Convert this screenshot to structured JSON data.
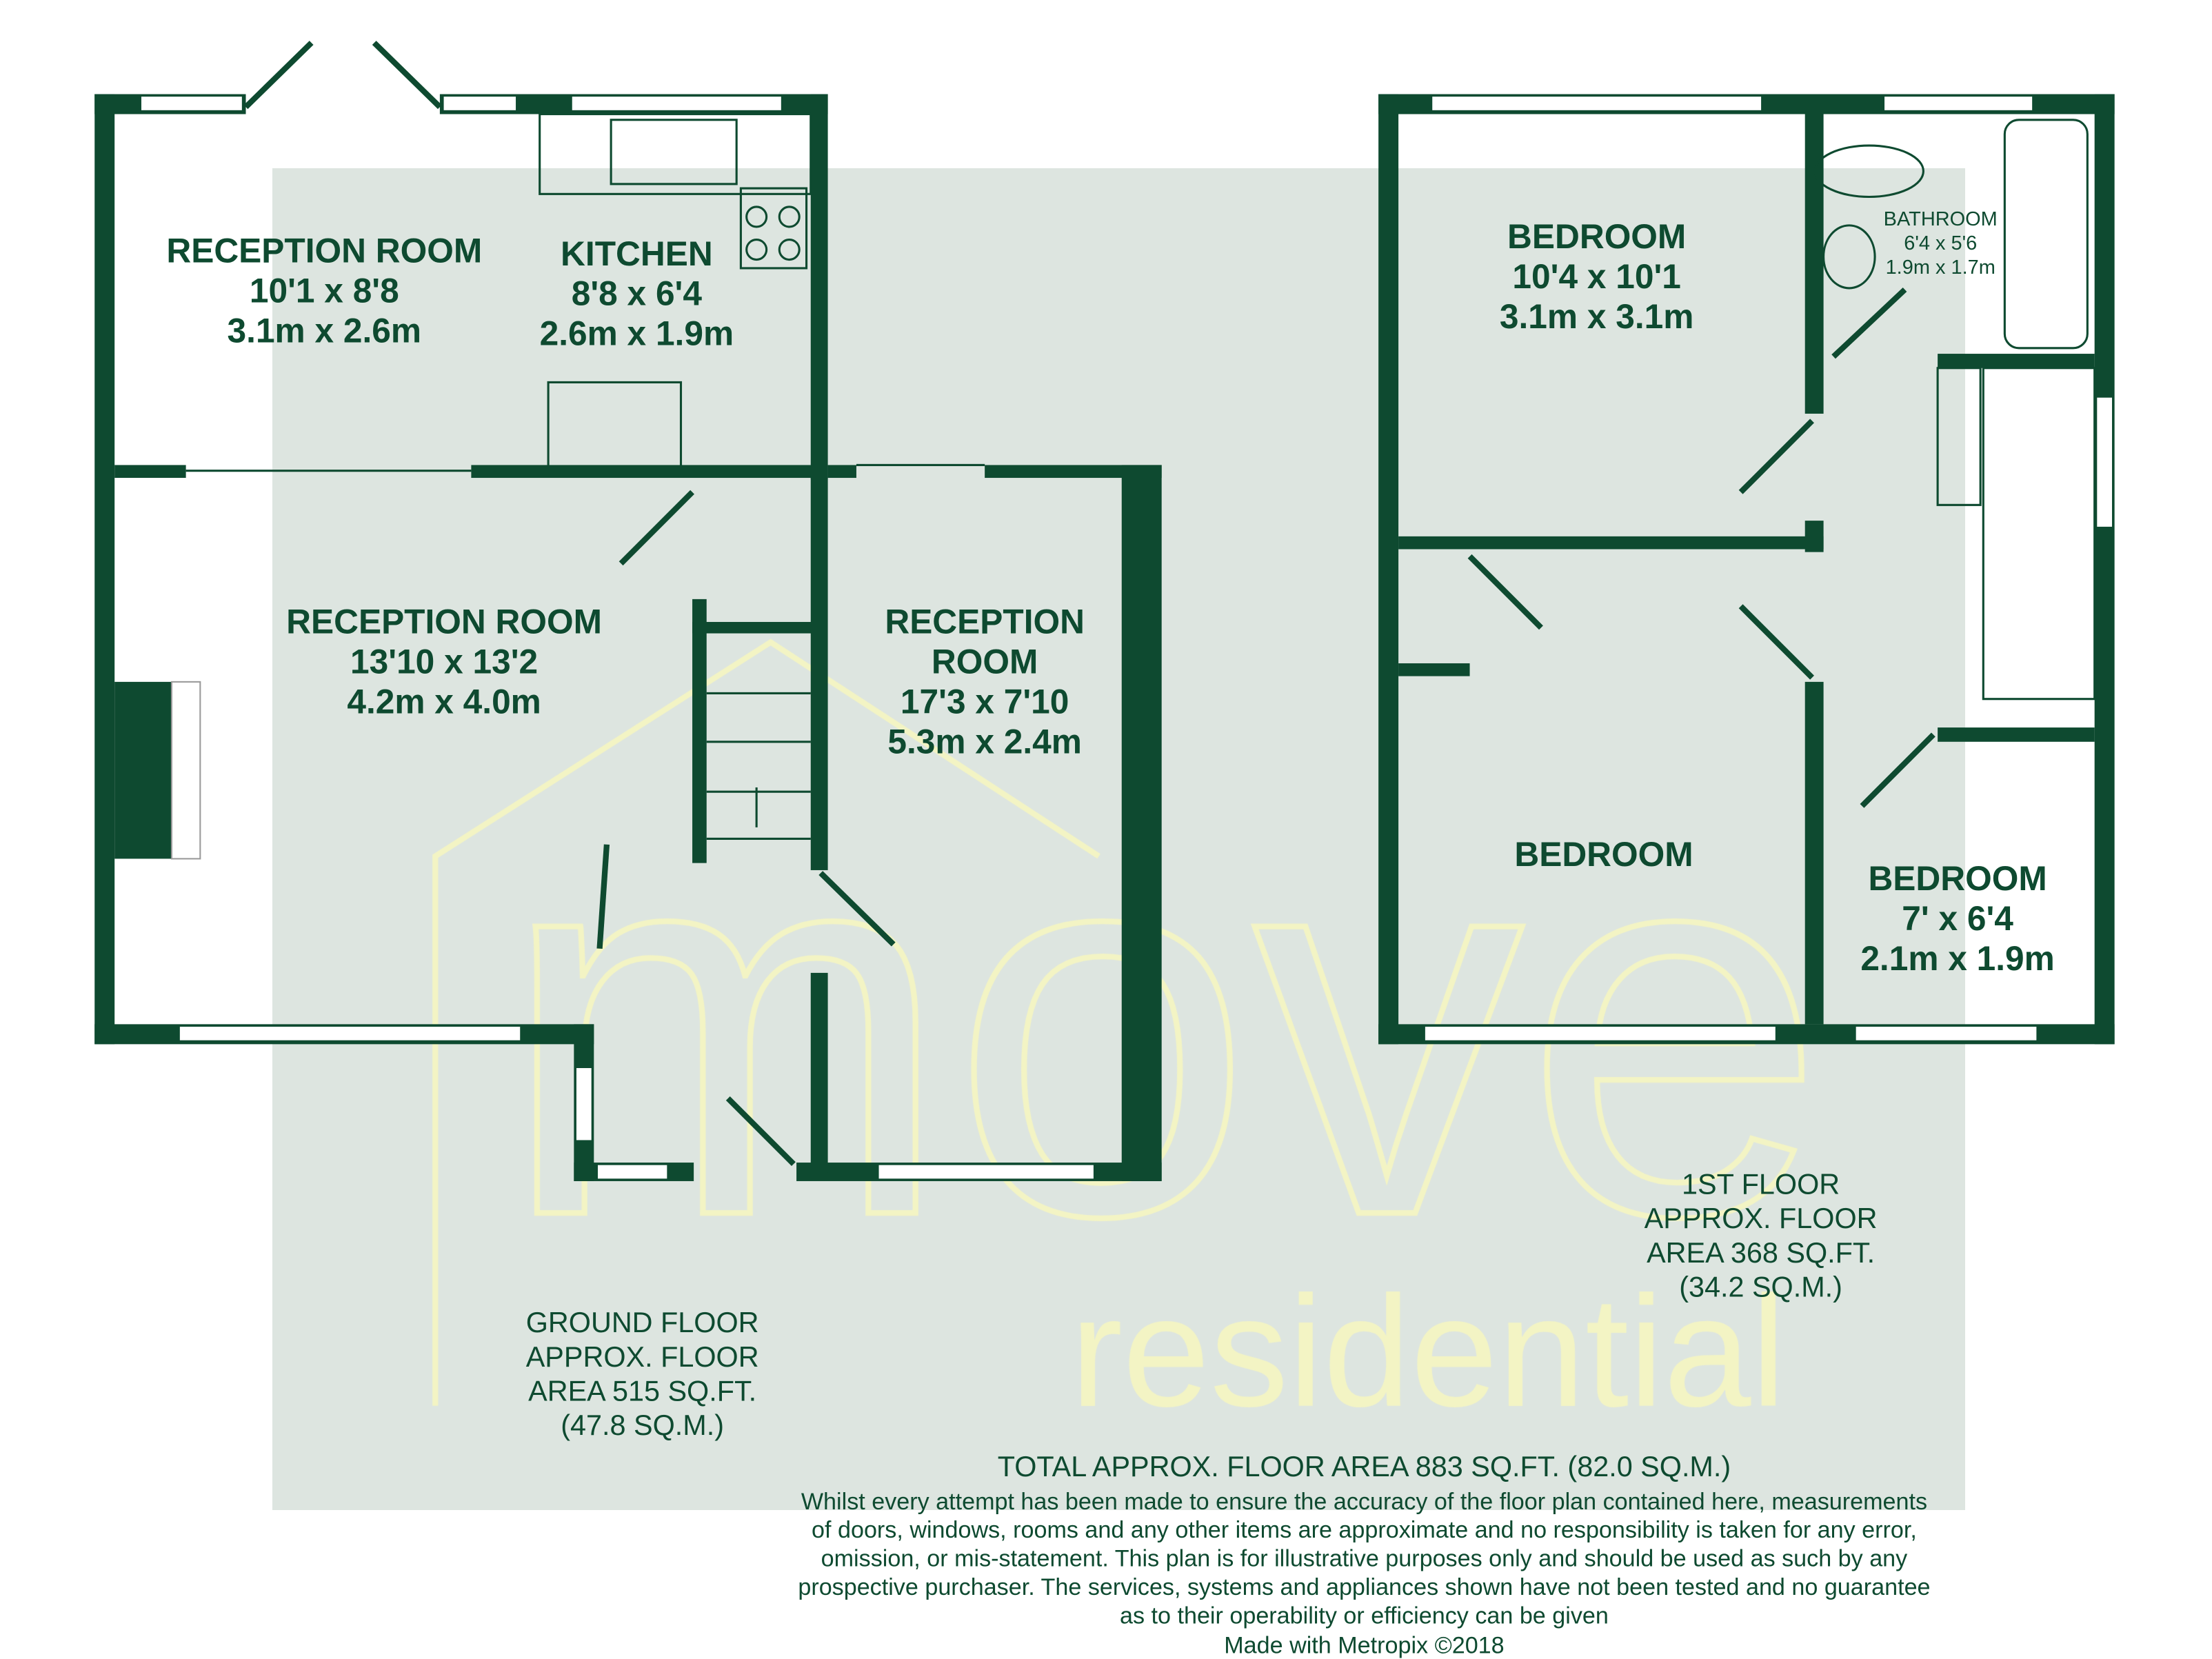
{
  "colors": {
    "wall": "#0e4a30",
    "panel": "#dde5e0",
    "watermark": "#f3f4c4"
  },
  "watermark": {
    "brand": "move",
    "sub": "residential"
  },
  "ground_floor": {
    "rooms": [
      {
        "name": "RECEPTION ROOM",
        "imperial": "10'1 x 8'8",
        "metric": "3.1m x 2.6m"
      },
      {
        "name": "KITCHEN",
        "imperial": "8'8 x 6'4",
        "metric": "2.6m x 1.9m"
      },
      {
        "name": "RECEPTION ROOM",
        "imperial": "13'10 x 13'2",
        "metric": "4.2m x 4.0m"
      },
      {
        "name_line1": "RECEPTION",
        "name_line2": "ROOM",
        "imperial": "17'3 x 7'10",
        "metric": "5.3m x 2.4m"
      }
    ],
    "area": {
      "line1": "GROUND FLOOR",
      "line2": "APPROX. FLOOR",
      "line3": "AREA 515 SQ.FT.",
      "line4": "(47.8 SQ.M.)"
    }
  },
  "first_floor": {
    "rooms": [
      {
        "name": "BEDROOM",
        "imperial": "10'4 x 10'1",
        "metric": "3.1m x 3.1m"
      },
      {
        "name": "BATHROOM",
        "imperial": "6'4 x 5'6",
        "metric": "1.9m x 1.7m"
      },
      {
        "name": "BEDROOM"
      },
      {
        "name": "BEDROOM",
        "imperial": "7' x 6'4",
        "metric": "2.1m x 1.9m"
      }
    ],
    "area": {
      "line1": "1ST FLOOR",
      "line2": "APPROX. FLOOR",
      "line3": "AREA 368 SQ.FT.",
      "line4": "(34.2 SQ.M.)"
    }
  },
  "footer": {
    "total": "TOTAL APPROX. FLOOR AREA 883 SQ.FT. (82.0 SQ.M.)",
    "disclaimer": [
      "Whilst every attempt has been made to ensure the accuracy of the floor plan contained here, measurements",
      "of doors, windows, rooms and any other items are approximate and no responsibility is taken for any error,",
      "omission, or mis-statement. This plan is for illustrative purposes only and should be used as such by any",
      "prospective purchaser. The services, systems and appliances shown have not been tested and no guarantee",
      "as to their operability or efficiency can be given"
    ],
    "credit": "Made with Metropix ©2018"
  }
}
